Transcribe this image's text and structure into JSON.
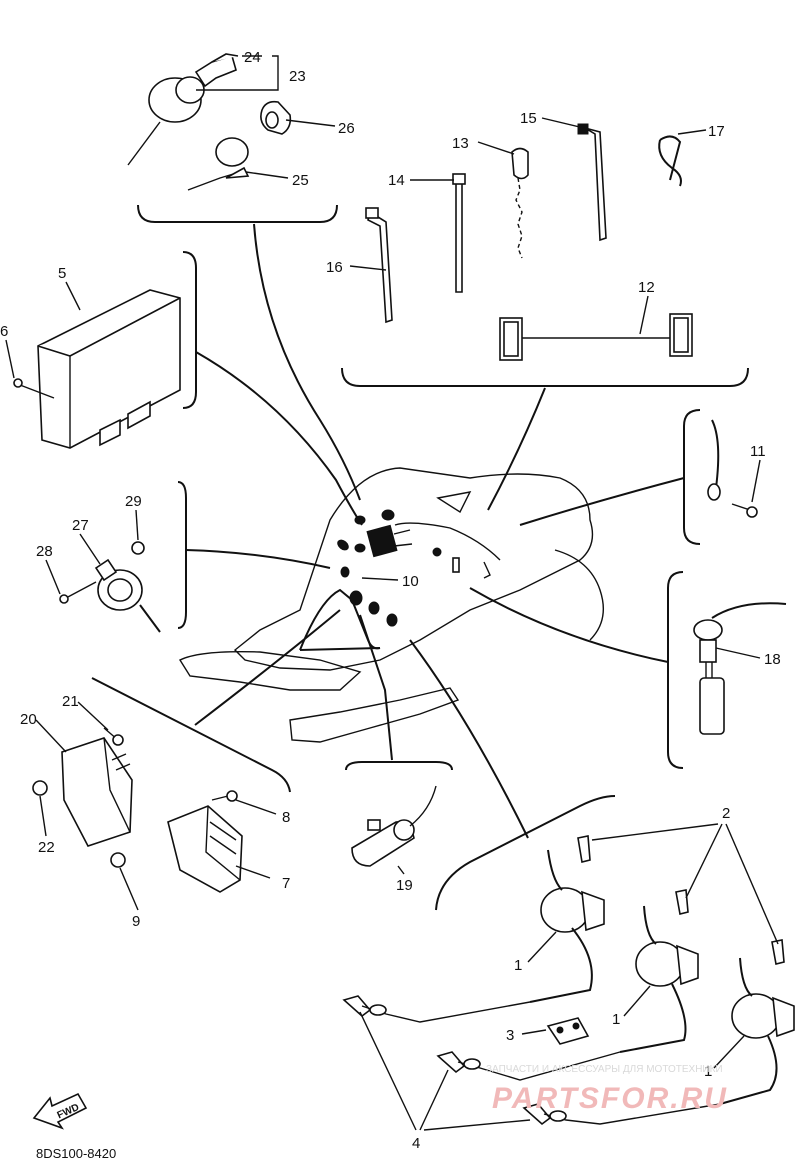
{
  "callouts": [
    {
      "id": "c24",
      "text": "24"
    },
    {
      "id": "c23",
      "text": "23"
    },
    {
      "id": "c26",
      "text": "26"
    },
    {
      "id": "c25",
      "text": "25"
    },
    {
      "id": "c15",
      "text": "15"
    },
    {
      "id": "c13",
      "text": "13"
    },
    {
      "id": "c17",
      "text": "17"
    },
    {
      "id": "c14",
      "text": "14"
    },
    {
      "id": "c16",
      "text": "16"
    },
    {
      "id": "c12",
      "text": "12"
    },
    {
      "id": "c5",
      "text": "5"
    },
    {
      "id": "c6",
      "text": "6"
    },
    {
      "id": "c11",
      "text": "11"
    },
    {
      "id": "c29",
      "text": "29"
    },
    {
      "id": "c27",
      "text": "27"
    },
    {
      "id": "c28",
      "text": "28"
    },
    {
      "id": "c10",
      "text": "10"
    },
    {
      "id": "c18",
      "text": "18"
    },
    {
      "id": "c21",
      "text": "21"
    },
    {
      "id": "c20",
      "text": "20"
    },
    {
      "id": "c8",
      "text": "8"
    },
    {
      "id": "c22",
      "text": "22"
    },
    {
      "id": "c7",
      "text": "7"
    },
    {
      "id": "c9",
      "text": "9"
    },
    {
      "id": "c19",
      "text": "19"
    },
    {
      "id": "c2",
      "text": "2"
    },
    {
      "id": "c1a",
      "text": "1"
    },
    {
      "id": "c1b",
      "text": "1"
    },
    {
      "id": "c1c",
      "text": "1"
    },
    {
      "id": "c3",
      "text": "3"
    },
    {
      "id": "c4",
      "text": "4"
    }
  ],
  "diagram_code": "8DS100-8420",
  "fwd_label": "FWD",
  "watermark": {
    "tagline": "ЗАПЧАСТИ И АКСЕССУАРЫ ДЛЯ МОТОТЕХНИКИ",
    "brand": "PARTSFOR.RU"
  },
  "colors": {
    "ink": "#111111",
    "background": "#ffffff",
    "watermark": "#f1b9b9"
  }
}
